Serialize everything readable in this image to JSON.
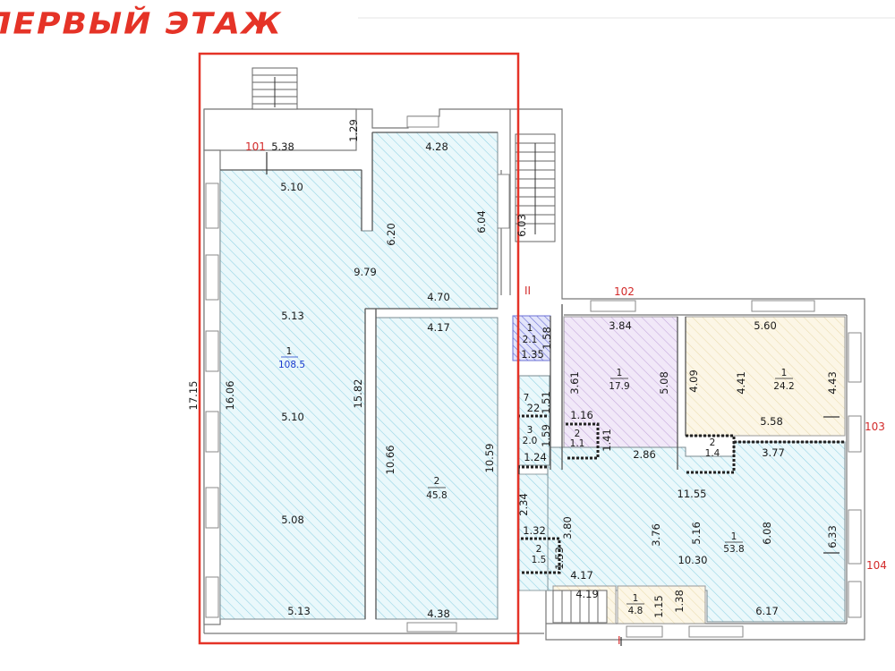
{
  "heading": "ПЕРВЫЙ ЭТАЖ",
  "colors": {
    "accent": "#e53327",
    "hatch_cyan": "#8fd1e3",
    "fill_cyan": "#eaf8fb",
    "fill_purple": "#efe5f6",
    "fill_beige": "#fcf6e6",
    "wall": "#777777"
  },
  "markers": {
    "m101": "101",
    "m102": "102",
    "m103": "103",
    "m104": "104",
    "mII": "II",
    "mI": "I"
  },
  "rooms": {
    "big_hall": {
      "num": "1",
      "area": "108.5"
    },
    "hall_2": {
      "num": "2",
      "area": "45.8"
    },
    "small_blue": {
      "num": "1",
      "area": "2.1"
    },
    "purple": {
      "num": "1",
      "area": "17.9"
    },
    "beige": {
      "num": "1",
      "area": "24.2"
    },
    "r3": {
      "num": "3",
      "area": "2.0"
    },
    "r2a": {
      "num": "2",
      "area": "1.1"
    },
    "r2b": {
      "num": "2",
      "area": "1.4"
    },
    "r2c": {
      "num": "2",
      "area": "1.5"
    },
    "right_hall": {
      "num": "1",
      "area": "53.8"
    },
    "bottom": {
      "num": "1",
      "area": "4.8"
    },
    "r7": {
      "num": "7"
    }
  },
  "dims": {
    "d1": "5.38",
    "d2": "1.29",
    "d3": "4.28",
    "d4": "5.10",
    "d5": "6.20",
    "d6": "6.04",
    "d7": "6.03",
    "d8": "9.79",
    "d9": "4.70",
    "d10": "4.17",
    "d11": "5.13",
    "d12": "16.06",
    "d13": "17.15",
    "d14": "15.82",
    "d15": "5.10",
    "d16": "10.66",
    "d17": "10.59",
    "d18": "5.08",
    "d19": "5.13",
    "d20": "4.38",
    "d21": "1.58",
    "d22": "1.35",
    "d23": "3.84",
    "d24": "5.60",
    "d25": "3.61",
    "d26": "5.08",
    "d27": "4.09",
    "d28": "4.41",
    "d29": "4.43",
    "d30": "5.58",
    "d31": "1.51",
    "d32": "22",
    "d33": "1.16",
    "d34": "1.59",
    "d35": "1.41",
    "d36": "2.86",
    "d37": "3.77",
    "d38": "1.24",
    "d39": "11.55",
    "d40": "2.34",
    "d41": "1.32",
    "d42": "3.80",
    "d43": "3.76",
    "d44": "5.16",
    "d45": "6.08",
    "d46": "6.33",
    "d47": "1.53",
    "d48": "10.30",
    "d49": "4.17",
    "d50": "4.19",
    "d51": "1.15",
    "d52": "1.38",
    "d53": "6.17"
  }
}
